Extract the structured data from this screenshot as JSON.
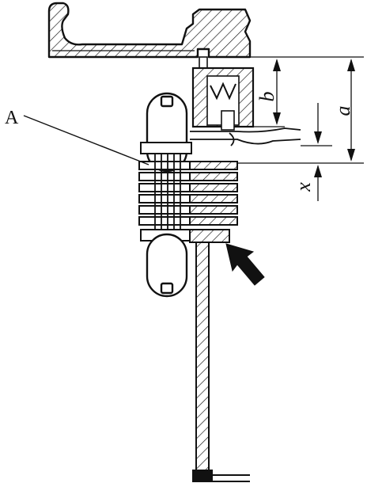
{
  "labels": {
    "part_a": "A",
    "dim_a": "a",
    "dim_b": "b",
    "dim_x": "x"
  },
  "colors": {
    "ink": "#111111",
    "paper": "#ffffff"
  }
}
